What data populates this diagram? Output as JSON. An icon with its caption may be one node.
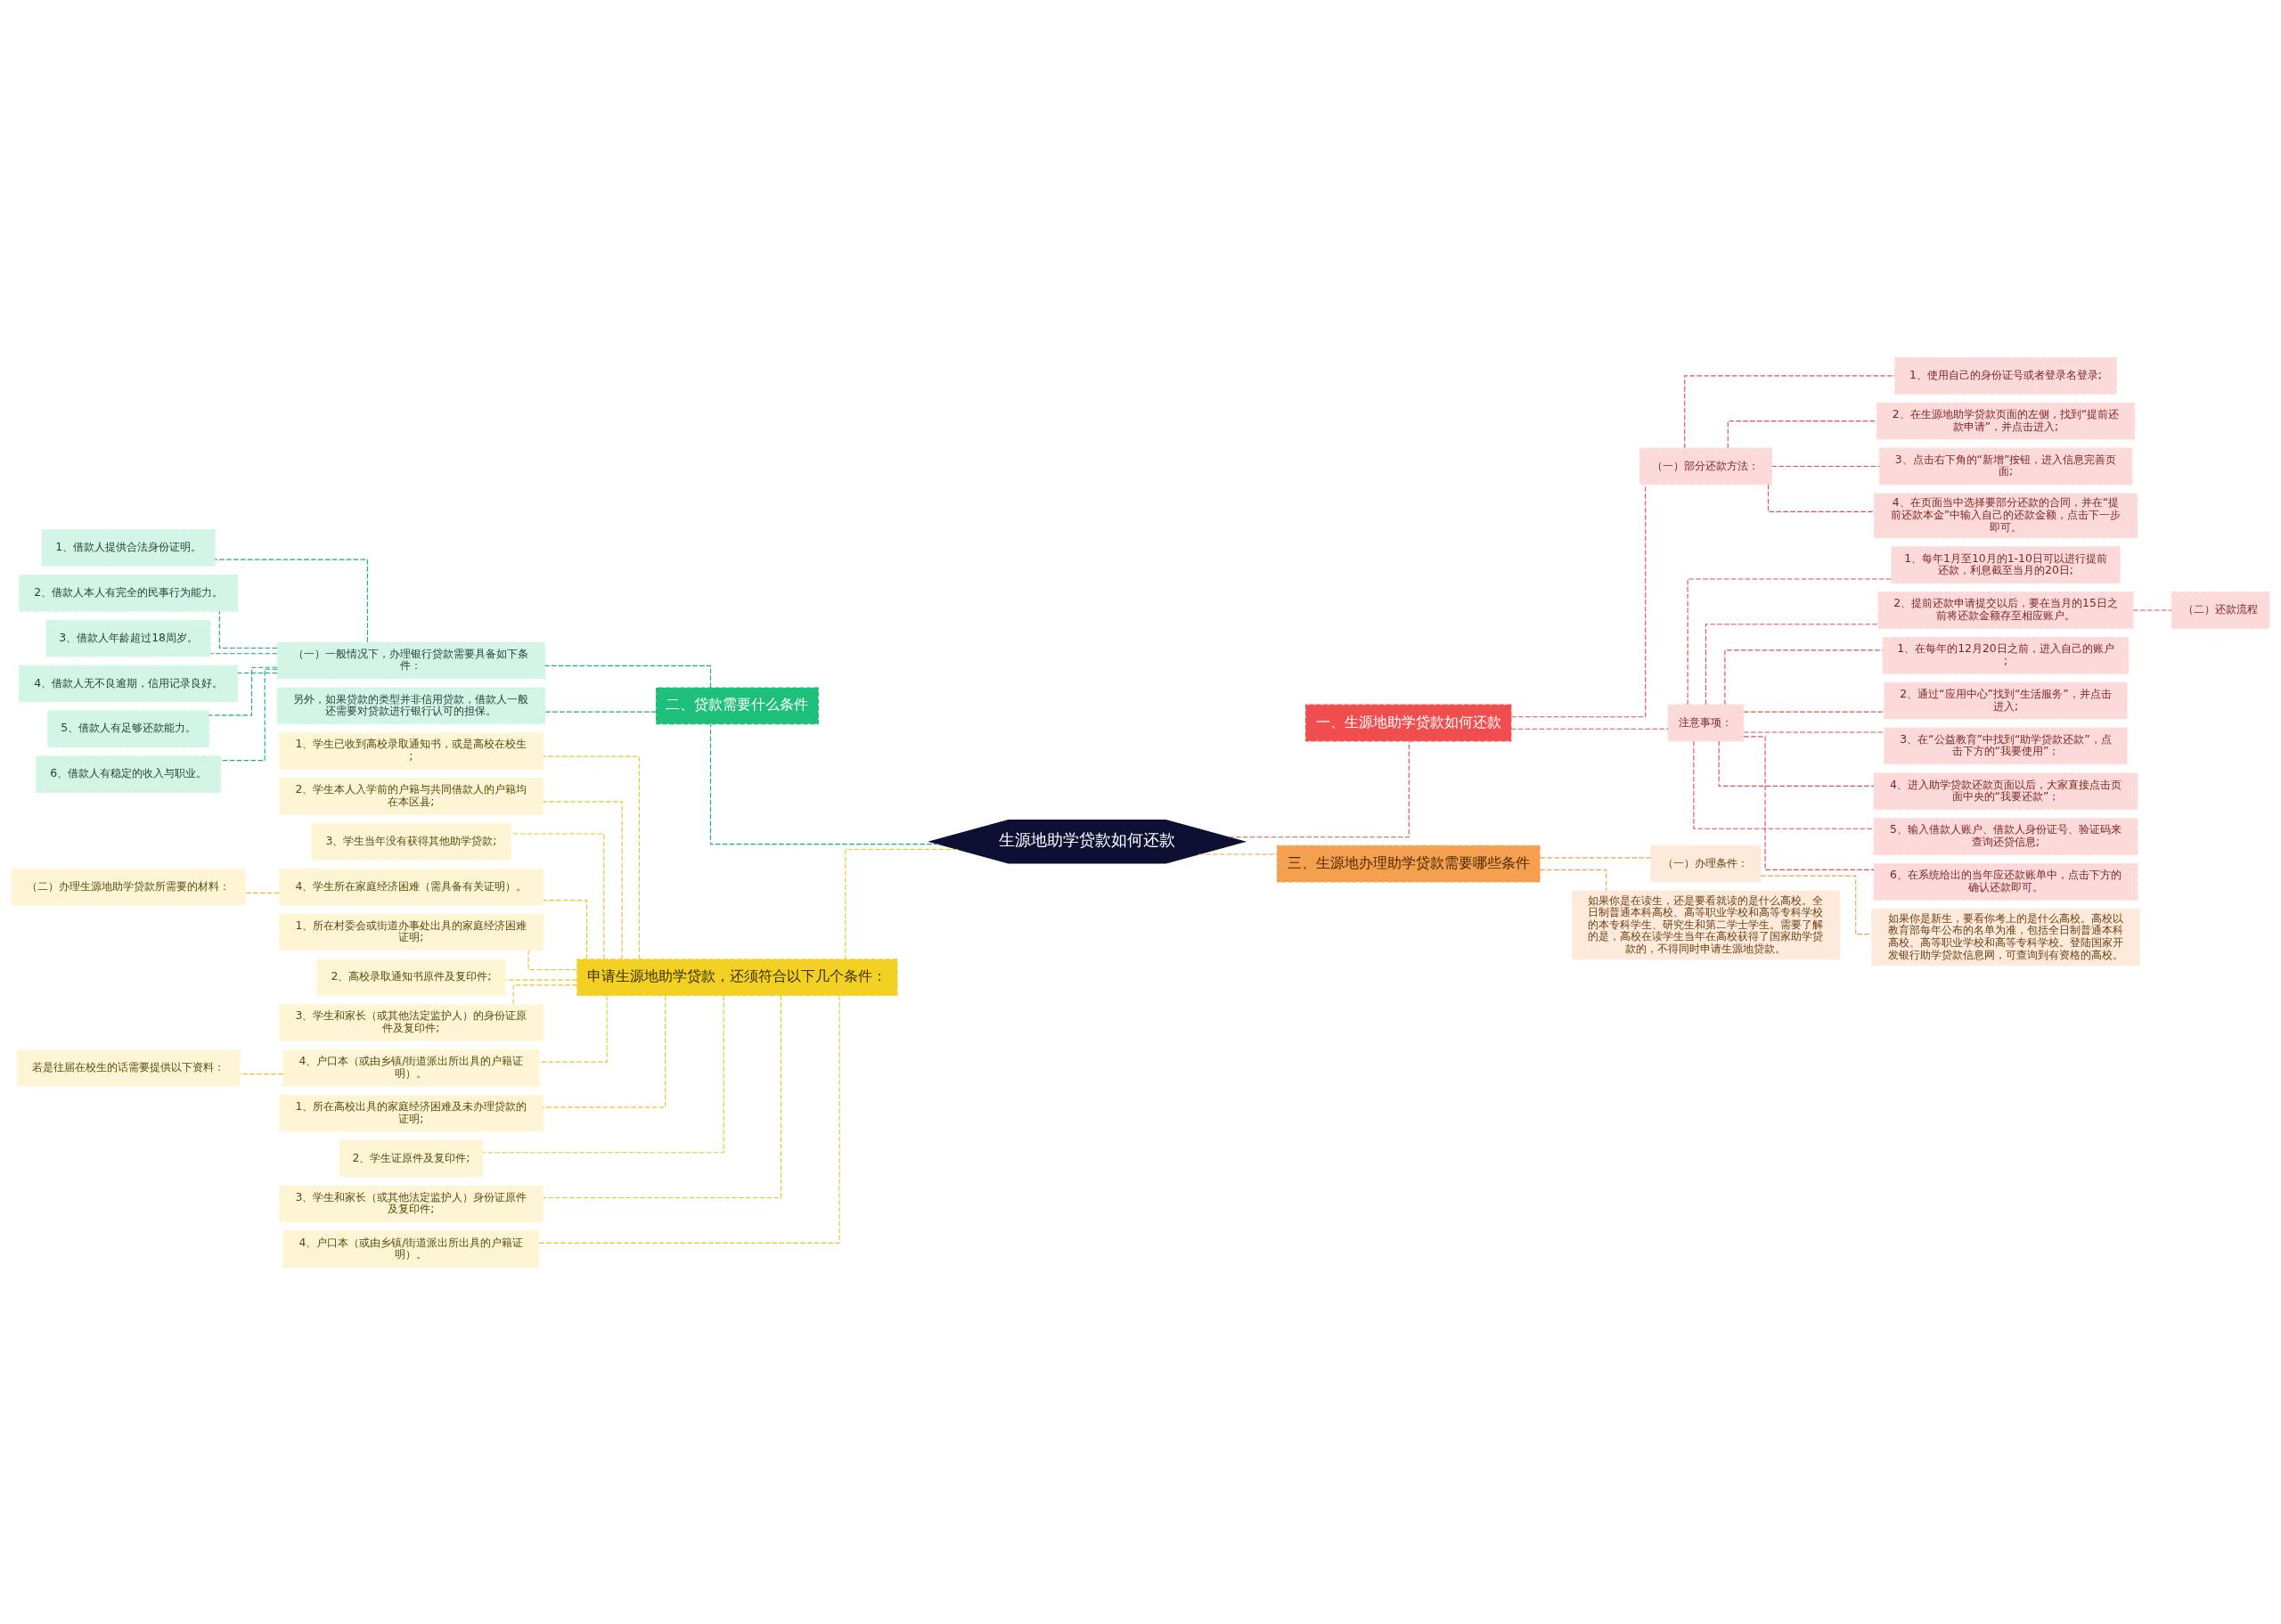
{
  "diagram": {
    "nodes": [
      {
        "text": [
          "生源地助学贷款如何还款"
        ]
      },
      {
        "text": [
          "一、生源地助学贷款如何还款"
        ]
      },
      {
        "text": [
          "（一）部分还款方法："
        ]
      },
      {
        "text": [
          "1、使用自己的身份证号或者登录名登录;"
        ]
      },
      {
        "text": [
          "2、在生源地助学贷款页面的左侧，找到“提前还款申请”，并点击进入;"
        ]
      },
      {
        "text": [
          "3、点击右下角的“新增”按钮，进入信息完善页面;"
        ]
      },
      {
        "text": [
          "4、在页面当中选择要部分还款的合同，并在“提前还款本金”中输入自己的还款金额，点击下一步即可。"
        ]
      },
      {
        "text": [
          "注意事项："
        ]
      },
      {
        "text": [
          "1、每年1月至10月的1-10日可以进行提前还款，利息截至当月的20日;"
        ]
      },
      {
        "text": [
          "2、提前还款申请提交以后，要在当月的15日之前将还款金额存至相应账户。"
        ]
      },
      {
        "text": [
          "1、在每年的12月20日之前，进入自己的账户;"
        ]
      },
      {
        "text": [
          "2、通过“应用中心”找到“生活服务”，并点击进入;"
        ]
      },
      {
        "text": [
          "3、在“公益教育”中找到“助学贷款还款”，点击下方的“我要使用”；"
        ]
      },
      {
        "text": [
          "4、进入助学贷款还款页面以后，大家直接点击页面中央的“我要还款”；"
        ]
      },
      {
        "text": [
          "5、输入借款人账户、借款人身份证号、验证码来查询还贷信息;"
        ]
      },
      {
        "text": [
          "6、在系统给出的当年应还款账单中，点击下方的确认还款即可。"
        ]
      },
      {
        "text": [
          "（二）还款流程"
        ]
      },
      {
        "text": [
          "三、生源地办理助学贷款需要哪些条件"
        ]
      },
      {
        "text": [
          "（一）办理条件："
        ]
      },
      {
        "text": [
          "如果你是新生，要看你考上的是什么高校。高校以教育部每年公布的名单为准，包括全日制普通本科高校、高等职业学校和高等专科学校。登陆国家开发银行助学贷款信息网，可查询到有资格的高校。"
        ]
      },
      {
        "text": [
          "如果你是在读生，还是要看就读的是什么高校。全日制普通本科高校、高等职业学校和高等专科学校的本专科学生、研究生和第二学士学生。需要了解的是，高校在读学生当年在高校获得了国家助学贷款的，不得同时申请生源地贷款。"
        ]
      },
      {
        "text": [
          "二、贷款需要什么条件"
        ]
      },
      {
        "text": [
          "（一）一般情况下，办理银行贷款需要具备如下条件："
        ]
      },
      {
        "text": [
          "1、借款人提供合法身份证明。"
        ]
      },
      {
        "text": [
          "2、借款人本人有完全的民事行为能力。"
        ]
      },
      {
        "text": [
          "3、借款人年龄超过18周岁。"
        ]
      },
      {
        "text": [
          "4、借款人无不良逾期，信用记录良好。"
        ]
      },
      {
        "text": [
          "5、借款人有足够还款能力。"
        ]
      },
      {
        "text": [
          "6、借款人有稳定的收入与职业。"
        ]
      },
      {
        "text": [
          "另外，如果贷款的类型并非信用贷款，借款人一般还需要对贷款进行银行认可的担保。"
        ]
      },
      {
        "text": [
          "申请生源地助学贷款，还须符合以下几个条件："
        ]
      },
      {
        "text": [
          "1、学生已收到高校录取通知书，或是高校在校生;"
        ]
      },
      {
        "text": [
          "2、学生本人入学前的户籍与共同借款人的户籍均在本区县;"
        ]
      },
      {
        "text": [
          "3、学生当年没有获得其他助学贷款;"
        ]
      },
      {
        "text": [
          "4、学生所在家庭经济困难（需具备有关证明）。"
        ]
      },
      {
        "text": [
          "（二）办理生源地助学贷款所需要的材料："
        ]
      },
      {
        "text": [
          "1、所在村委会或街道办事处出具的家庭经济困难证明;"
        ]
      },
      {
        "text": [
          "2、高校录取通知书原件及复印件;"
        ]
      },
      {
        "text": [
          "3、学生和家长（或其他法定监护人）的身份证原件及复印件;"
        ]
      },
      {
        "text": [
          "4、户口本（或由乡镇/街道派出所出具的户籍证明）。"
        ]
      },
      {
        "text": [
          "若是往届在校生的话需要提供以下资料："
        ]
      },
      {
        "text": [
          "1、所在高校出具的家庭经济困难及未办理贷款的证明;"
        ]
      },
      {
        "text": [
          "2、学生证原件及复印件;"
        ]
      },
      {
        "text": [
          "3、学生和家长（或其他法定监护人）身份证原件及复印件;"
        ]
      },
      {
        "text": [
          "4、户口本（或由乡镇/街道派出所出具的户籍证明）。"
        ]
      }
    ],
    "edges": [
      {
        "from": 0,
        "to": 1,
        "arrow": "none",
        "style": "dashed",
        "color": "#e0514f"
      },
      {
        "from": 1,
        "to": 2,
        "arrow": "none",
        "style": "dashed",
        "color": "#e0514f"
      },
      {
        "from": 2,
        "to": 3,
        "arrow": "none",
        "style": "dashed",
        "color": "#e0514f"
      },
      {
        "from": 2,
        "to": 4,
        "arrow": "none",
        "style": "dashed",
        "color": "#e0514f"
      },
      {
        "from": 2,
        "to": 5,
        "arrow": "none",
        "style": "dashed",
        "color": "#e0514f"
      },
      {
        "from": 2,
        "to": 6,
        "arrow": "none",
        "style": "dashed",
        "color": "#e0514f"
      },
      {
        "from": 1,
        "to": 7,
        "arrow": "none",
        "style": "dashed",
        "color": "#e0514f"
      },
      {
        "from": 7,
        "to": 8,
        "arrow": "none",
        "style": "dashed",
        "color": "#e0514f"
      },
      {
        "from": 7,
        "to": 9,
        "arrow": "none",
        "style": "dashed",
        "color": "#e0514f"
      },
      {
        "from": 7,
        "to": 10,
        "arrow": "none",
        "style": "dashed",
        "color": "#e0514f"
      },
      {
        "from": 7,
        "to": 11,
        "arrow": "none",
        "style": "dashed",
        "color": "#e0514f"
      },
      {
        "from": 7,
        "to": 12,
        "arrow": "none",
        "style": "dashed",
        "color": "#e0514f"
      },
      {
        "from": 7,
        "to": 13,
        "arrow": "none",
        "style": "dashed",
        "color": "#e0514f"
      },
      {
        "from": 7,
        "to": 14,
        "arrow": "none",
        "style": "dashed",
        "color": "#e0514f"
      },
      {
        "from": 7,
        "to": 15,
        "arrow": "none",
        "style": "dashed",
        "color": "#e0514f"
      },
      {
        "from": 9,
        "to": 16,
        "arrow": "none",
        "style": "dashed",
        "color": "#e0514f"
      },
      {
        "from": 0,
        "to": 17,
        "arrow": "none",
        "style": "dashed",
        "color": "#f0a04b"
      },
      {
        "from": 17,
        "to": 18,
        "arrow": "none",
        "style": "dashed",
        "color": "#f0a04b"
      },
      {
        "from": 18,
        "to": 19,
        "arrow": "none",
        "style": "dashed",
        "color": "#f0a04b"
      },
      {
        "from": 17,
        "to": 20,
        "arrow": "none",
        "style": "dashed",
        "color": "#f0a04b"
      },
      {
        "from": 0,
        "to": 21,
        "arrow": "none",
        "style": "dashed",
        "color": "#1aaf72"
      },
      {
        "from": 21,
        "to": 22,
        "arrow": "none",
        "style": "dashed",
        "color": "#1aaf72"
      },
      {
        "from": 22,
        "to": 23,
        "arrow": "none",
        "style": "dashed",
        "color": "#1aaf72"
      },
      {
        "from": 22,
        "to": 24,
        "arrow": "none",
        "style": "dashed",
        "color": "#1aaf72"
      },
      {
        "from": 22,
        "to": 25,
        "arrow": "none",
        "style": "dashed",
        "color": "#1aaf72"
      },
      {
        "from": 22,
        "to": 26,
        "arrow": "none",
        "style": "dashed",
        "color": "#1aaf72"
      },
      {
        "from": 22,
        "to": 27,
        "arrow": "none",
        "style": "dashed",
        "color": "#1aaf72"
      },
      {
        "from": 22,
        "to": 28,
        "arrow": "none",
        "style": "dashed",
        "color": "#1aaf72"
      },
      {
        "from": 21,
        "to": 29,
        "arrow": "none",
        "style": "dashed",
        "color": "#1aaf72"
      },
      {
        "from": 0,
        "to": 30,
        "arrow": "none",
        "style": "dashed",
        "color": "#e8c42a"
      },
      {
        "from": 30,
        "to": 31,
        "arrow": "none",
        "style": "dashed",
        "color": "#e8c42a"
      },
      {
        "from": 30,
        "to": 32,
        "arrow": "none",
        "style": "dashed",
        "color": "#e8c42a"
      },
      {
        "from": 30,
        "to": 33,
        "arrow": "none",
        "style": "dashed",
        "color": "#e8c42a"
      },
      {
        "from": 30,
        "to": 34,
        "arrow": "none",
        "style": "dashed",
        "color": "#e8c42a"
      },
      {
        "from": 34,
        "to": 35,
        "arrow": "none",
        "style": "dashed",
        "color": "#e8c42a"
      },
      {
        "from": 30,
        "to": 36,
        "arrow": "none",
        "style": "dashed",
        "color": "#e8c42a"
      },
      {
        "from": 30,
        "to": 37,
        "arrow": "none",
        "style": "dashed",
        "color": "#e8c42a"
      },
      {
        "from": 30,
        "to": 38,
        "arrow": "none",
        "style": "dashed",
        "color": "#e8c42a"
      },
      {
        "from": 30,
        "to": 39,
        "arrow": "none",
        "style": "dashed",
        "color": "#e8c42a"
      },
      {
        "from": 39,
        "to": 40,
        "arrow": "none",
        "style": "dashed",
        "color": "#e8c42a"
      },
      {
        "from": 30,
        "to": 41,
        "arrow": "none",
        "style": "dashed",
        "color": "#e8c42a"
      },
      {
        "from": 30,
        "to": 42,
        "arrow": "none",
        "style": "dashed",
        "color": "#e8c42a"
      },
      {
        "from": 30,
        "to": 43,
        "arrow": "none",
        "style": "dashed",
        "color": "#e8c42a"
      },
      {
        "from": 30,
        "to": 44,
        "arrow": "none",
        "style": "dashed",
        "color": "#e8c42a"
      }
    ]
  }
}
